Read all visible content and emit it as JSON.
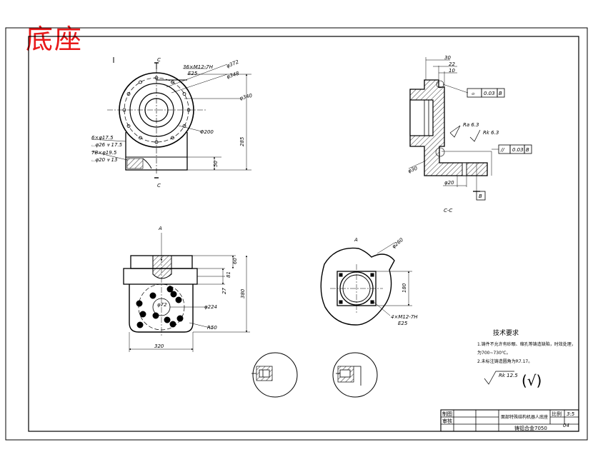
{
  "title": "底座",
  "view_top": {
    "section_marks": [
      "C",
      "C"
    ],
    "dims": {
      "tap": "36×M12-7H",
      "tap_depth": "Ε25",
      "d372": "φ372",
      "d348": "φ348",
      "d340": "φ340",
      "d200": "Φ200",
      "h285": "285",
      "h50": "50",
      "hole1": "6×φ17.5",
      "hole2": "⌴φ26 ⩔ 17.5",
      "hole3": "7B×φ19.5",
      "hole4": "⌴φ20 ⩔ 13"
    }
  },
  "view_section": {
    "label": "C-C",
    "dims": {
      "d30": "30",
      "d22": "22",
      "d10": "10",
      "d30b": "φ30",
      "d20": "φ20"
    },
    "tol1": {
      "symbol": "⌯",
      "value": "0.03",
      "datum": "B"
    },
    "tol2": {
      "symbol": "//",
      "value": "0.03",
      "datum": "B"
    },
    "datum": "B",
    "rough1": "Ra 6.3",
    "rough2": "Rk 6.3"
  },
  "view_front": {
    "mark": "A",
    "dims": {
      "d72": "φ72",
      "d224": "φ224",
      "r50": "R50",
      "w320": "320",
      "h380": "380",
      "h27": "27",
      "h81": "81",
      "h60": "60"
    }
  },
  "view_side": {
    "mark": "A",
    "dims": {
      "d260": "φ260",
      "h180": "180",
      "tap": "4×M12-7H",
      "depth": "Ε25"
    }
  },
  "tech": {
    "title": "技术要求",
    "lines": [
      "1.铸件不允许有砂眼、缩孔等铸造缺陷，时效处理，",
      "  为700~730℃。",
      "2.未标注铸造圆角为R7.17。"
    ],
    "roughness": "Rk 12.5",
    "general": "(√)"
  },
  "titleblock": {
    "r1": "制图",
    "r2": "审核",
    "name": "面部特殊结构机器人底座",
    "scale_label": "比例",
    "scale": "3:5",
    "sheet": "04",
    "material": "铸铝合金7050"
  }
}
